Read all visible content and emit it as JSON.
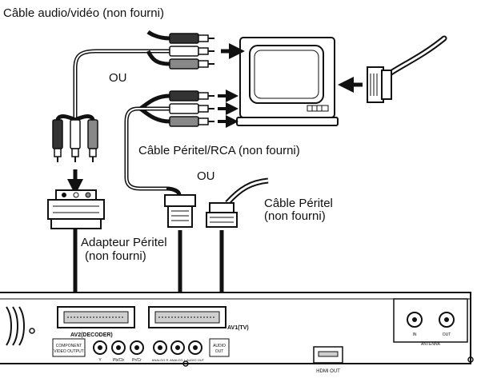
{
  "labels": {
    "av_cable": "Câble audio/vidéo (non fourni)",
    "or_top": "OU",
    "scart_rca_cable": "Câble Péritel/RCA (non fourni)",
    "or_mid": "OU",
    "scart_cable_line1": "Câble Péritel",
    "scart_cable_line2": "(non fourni)",
    "scart_adapter_line1": "Adapteur Péritel",
    "scart_adapter_line2": "(non fourni)"
  },
  "panel": {
    "av2_label": "AV2(DECODER)",
    "av1_label": "AV1(TV)",
    "component_label_line1": "COMPONENT",
    "component_label_line2": "VIDEO OUTPUT",
    "jack_y": "Y",
    "jack_pb": "Pb/Cb",
    "jack_pr": "Pr/Cr",
    "analog_label_1": "ANALOG R",
    "analog_label_2": "ANALOG L",
    "analog_label_3": "AUDIO OUT",
    "audio_out_line1": "AUDIO",
    "audio_out_line2": "OUT",
    "hdmi_label": "HDMI OUT",
    "antenna_label": "ANTENNA",
    "antenna_in": "IN",
    "antenna_out": "OUT"
  },
  "colors": {
    "line": "#111111",
    "cable_white": "#ffffff",
    "panel_bg": "#ffffff",
    "port_gray": "#cfcfcf"
  }
}
